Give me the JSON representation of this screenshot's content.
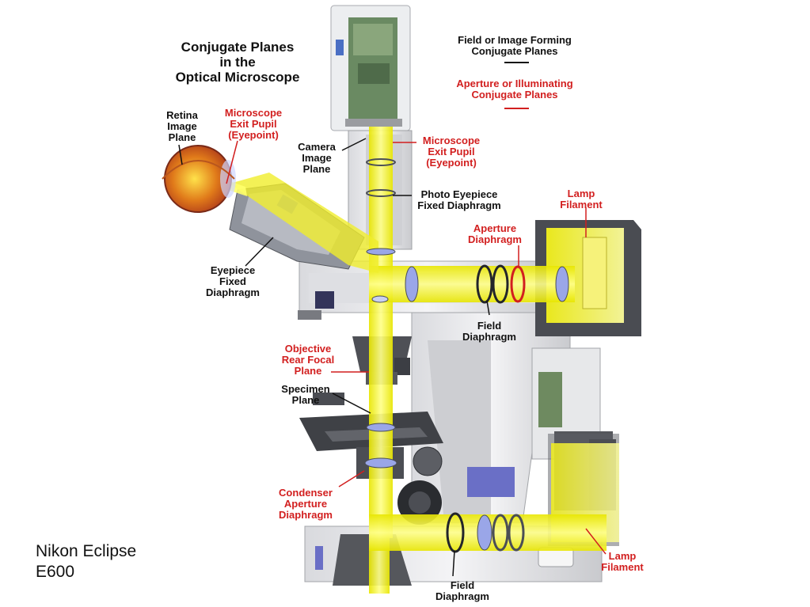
{
  "diagram": {
    "title": "Conjugate Planes\nin the\nOptical Microscope",
    "legend": {
      "field_label": "Field or Image Forming\nConjugate Planes",
      "field_color": "#111111",
      "aperture_label": "Aperture or Illuminating\nConjugate Planes",
      "aperture_color": "#d21f1f"
    },
    "labels": {
      "retina": "Retina\nImage\nPlane",
      "exit_pupil_eye": "Microscope\nExit Pupil\n(Eyepoint)",
      "camera_image_plane": "Camera\nImage\nPlane",
      "exit_pupil_camera": "Microscope\nExit Pupil\n(Eyepoint)",
      "photo_eyepiece": "Photo Eyepiece\nFixed Diaphragm",
      "lamp_filament_top": "Lamp\nFilament",
      "aperture_diaphragm": "Aperture\nDiaphragm",
      "eyepiece_fixed_diaphragm": "Eyepiece\nFixed\nDiaphragm",
      "field_diaphragm_top": "Field\nDiaphragm",
      "objective_rear_focal": "Objective\nRear Focal\nPlane",
      "specimen_plane": "Specimen\nPlane",
      "condenser_aperture": "Condenser\nAperture\nDiaphragm",
      "lamp_filament_bottom": "Lamp\nFilament",
      "field_diaphragm_bottom": "Field\nDiaphragm"
    },
    "caption": "Nikon Eclipse\nE600"
  }
}
